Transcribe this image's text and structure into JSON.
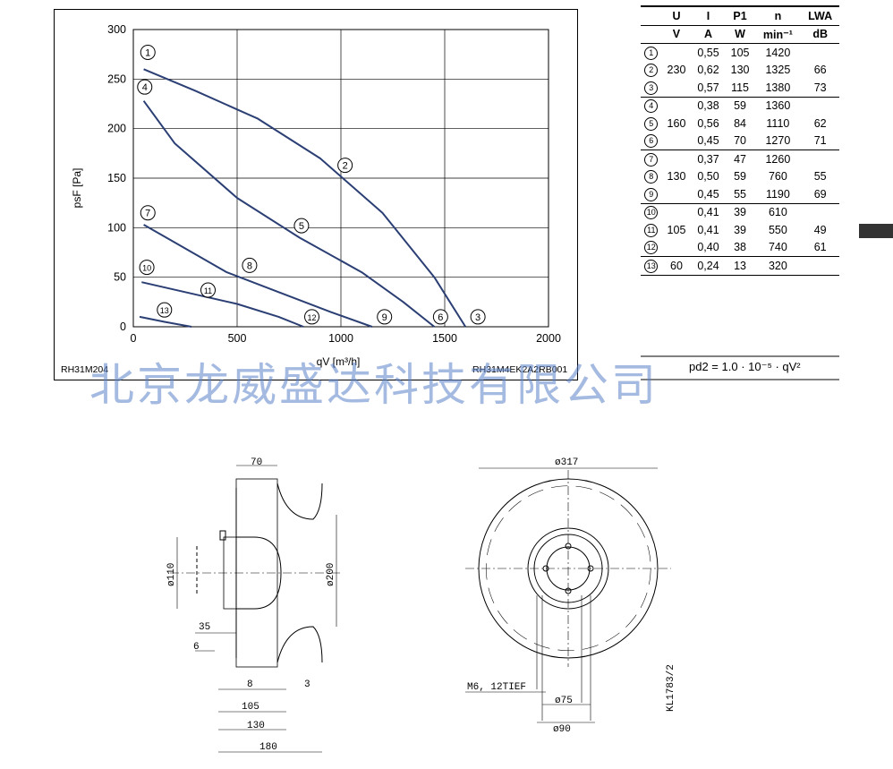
{
  "chart_data": {
    "type": "line",
    "xlabel": "qV [m³/h]",
    "ylabel": "psF [Pa]",
    "xlim": [
      0,
      2000
    ],
    "ylim": [
      0,
      300
    ],
    "xticks": [
      "0",
      "500",
      "1000",
      "1500",
      "2000"
    ],
    "yticks": [
      "0",
      "50",
      "100",
      "150",
      "200",
      "250",
      "300"
    ],
    "grid": true,
    "series": [
      {
        "name": "1",
        "x": [
          50,
          300,
          600,
          900,
          1200,
          1450,
          1600
        ],
        "y": [
          260,
          238,
          210,
          170,
          115,
          50,
          0
        ]
      },
      {
        "name": "4",
        "x": [
          50,
          200,
          500,
          800,
          1100,
          1300,
          1450
        ],
        "y": [
          228,
          185,
          130,
          90,
          55,
          25,
          0
        ]
      },
      {
        "name": "7",
        "x": [
          50,
          200,
          450,
          700,
          950,
          1150
        ],
        "y": [
          103,
          85,
          55,
          35,
          15,
          0
        ]
      },
      {
        "name": "10",
        "x": [
          40,
          250,
          500,
          700,
          820
        ],
        "y": [
          45,
          35,
          23,
          10,
          0
        ]
      },
      {
        "name": "13",
        "x": [
          30,
          150,
          280
        ],
        "y": [
          10,
          5,
          0
        ]
      }
    ],
    "curve_labels": [
      {
        "label": "1",
        "x": 70,
        "y": 277
      },
      {
        "label": "4",
        "x": 55,
        "y": 242
      },
      {
        "label": "2",
        "x": 1020,
        "y": 163
      },
      {
        "label": "5",
        "x": 810,
        "y": 102
      },
      {
        "label": "7",
        "x": 70,
        "y": 115
      },
      {
        "label": "8",
        "x": 560,
        "y": 62
      },
      {
        "label": "10",
        "x": 65,
        "y": 60
      },
      {
        "label": "11",
        "x": 360,
        "y": 37
      },
      {
        "label": "13",
        "x": 150,
        "y": 17
      },
      {
        "label": "12",
        "x": 860,
        "y": 10
      },
      {
        "label": "9",
        "x": 1210,
        "y": 10
      },
      {
        "label": "6",
        "x": 1480,
        "y": 10
      },
      {
        "label": "3",
        "x": 1660,
        "y": 10
      }
    ]
  },
  "chart_footer": {
    "left_code": "RH31M204",
    "right_code": "RH31M4EK2A2RB001"
  },
  "formula": "pd2 = 1.0 · 10⁻⁵ · qV²",
  "watermark": "北京龙威盛达科技有限公司",
  "table": {
    "headers": [
      "",
      "U",
      "I",
      "P1",
      "n",
      "LWA"
    ],
    "units": [
      "",
      "V",
      "A",
      "W",
      "min⁻¹",
      "dB"
    ],
    "rows": [
      [
        "1",
        "",
        "0,55",
        "105",
        "1420",
        ""
      ],
      [
        "2",
        "230",
        "0,62",
        "130",
        "1325",
        "66"
      ],
      [
        "3",
        "",
        "0,57",
        "115",
        "1380",
        "73"
      ],
      [
        "4",
        "",
        "0,38",
        "59",
        "1360",
        ""
      ],
      [
        "5",
        "160",
        "0,56",
        "84",
        "1110",
        "62"
      ],
      [
        "6",
        "",
        "0,45",
        "70",
        "1270",
        "71"
      ],
      [
        "7",
        "",
        "0,37",
        "47",
        "1260",
        ""
      ],
      [
        "8",
        "130",
        "0,50",
        "59",
        "760",
        "55"
      ],
      [
        "9",
        "",
        "0,45",
        "55",
        "1190",
        "69"
      ],
      [
        "10",
        "",
        "0,41",
        "39",
        "610",
        ""
      ],
      [
        "11",
        "105",
        "0,41",
        "39",
        "550",
        "49"
      ],
      [
        "12",
        "",
        "0,40",
        "38",
        "740",
        "61"
      ],
      [
        "13",
        "60",
        "0,24",
        "13",
        "320",
        ""
      ]
    ]
  },
  "drawing_left": {
    "dims": [
      "70",
      "ø110",
      "ø200",
      "35",
      "6",
      "8",
      "3",
      "105",
      "130",
      "180"
    ]
  },
  "drawing_right": {
    "dims": [
      "ø317",
      "M6, 12TIEF",
      "ø75",
      "ø90"
    ],
    "code": "KL1783/2"
  }
}
